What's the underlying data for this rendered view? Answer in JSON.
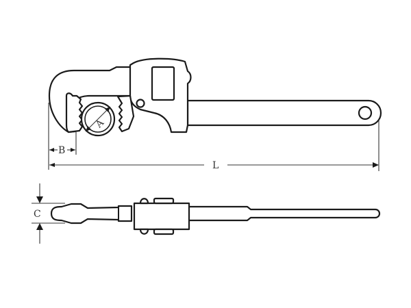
{
  "diagram": {
    "subject": "pipe wrench",
    "views": [
      "side view",
      "top view"
    ],
    "dimensions": {
      "A": {
        "label": "A",
        "meaning": "jaw capacity diameter"
      },
      "B": {
        "label": "B",
        "meaning": "jaw offset"
      },
      "L": {
        "label": "L",
        "meaning": "overall length"
      },
      "C": {
        "label": "C",
        "meaning": "jaw thickness"
      }
    },
    "colors": {
      "line": "#1a1a1a",
      "background": "#ffffff"
    }
  }
}
